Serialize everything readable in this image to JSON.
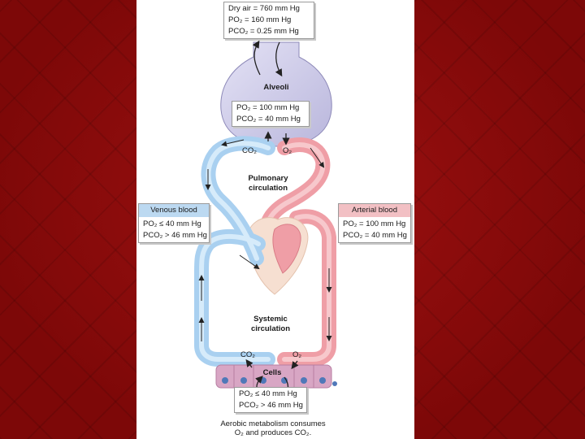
{
  "air_box": {
    "line1": "Dry air = 760 mm Hg",
    "line2": "PO₂ = 160 mm Hg",
    "line3": "PCO₂ = 0.25 mm Hg"
  },
  "alveoli_label": "Alveoli",
  "alveoli_box": {
    "line1": "PO₂ = 100 mm Hg",
    "line2": "PCO₂ = 40 mm Hg"
  },
  "lung_gas": {
    "co2": "CO₂",
    "o2": "O₂"
  },
  "pulmonary_label": {
    "line1": "Pulmonary",
    "line2": "circulation"
  },
  "venous_box": {
    "title": "Venous blood",
    "line1": "PO₂ ≤ 40 mm Hg",
    "line2": "PCO₂ > 46 mm Hg"
  },
  "arterial_box": {
    "title": "Arterial blood",
    "line1": "PO₂ = 100 mm Hg",
    "line2": "PCO₂ = 40 mm Hg"
  },
  "systemic_label": {
    "line1": "Systemic",
    "line2": "circulation"
  },
  "tissue_gas": {
    "co2": "CO₂",
    "o2": "O₂"
  },
  "cells_label": "Cells",
  "cells_box": {
    "line1": "PO₂ ≤ 40 mm Hg",
    "line2": "PCO₂ > 46 mm Hg"
  },
  "caption": {
    "line1": "Aerobic metabolism consumes",
    "line2": "O₂ and produces CO₂."
  },
  "colors": {
    "venous": "#a9d0f0",
    "arterial": "#ef9ea6",
    "alveoli": "#cfcdea",
    "heart": "#f6dfd1",
    "cells": "#d8a6c4"
  }
}
